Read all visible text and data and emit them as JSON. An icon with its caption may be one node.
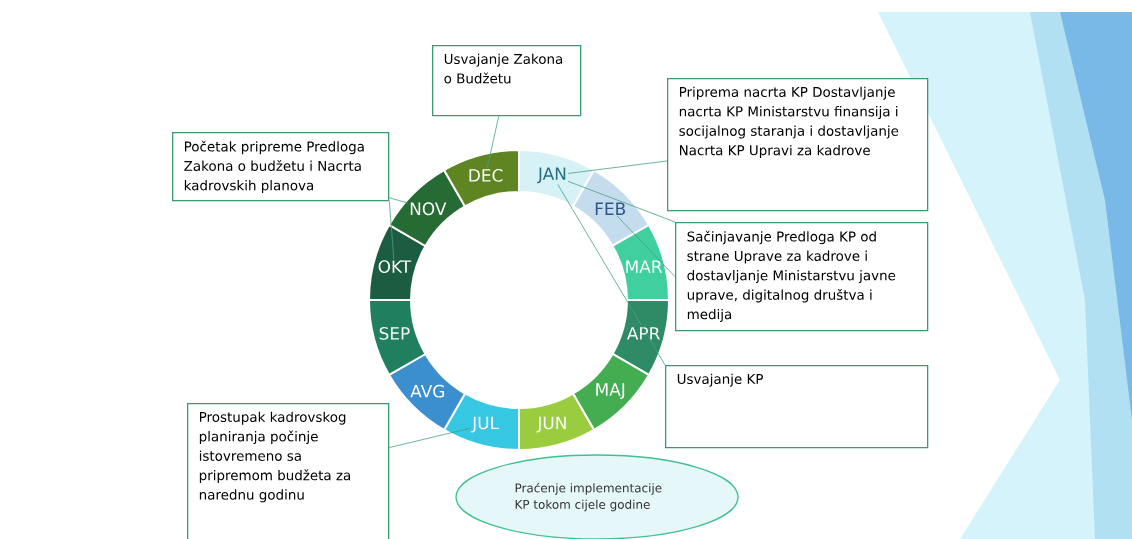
{
  "diagram": {
    "nodes": [
      {
        "text": [
          "Usvajanje Zakona o Budžetu"
        ]
      },
      {
        "text": [
          "Priprema nacrta KP Dostavljanje nacrta KP Ministarstvu finansija i socijalnog staranja i dostavljanje Nacrta KP Upravi za kadrove"
        ]
      },
      {
        "text": [
          "Početak pripreme Predloga Zakona o budžetu i Nacrta kadrovskih planova"
        ]
      },
      {
        "text": [
          "Sačinjavanje Predloga KP od strane Uprave za kadrove i dostavljanje Ministarstvu javne uprave, digitalnog društva i medija"
        ]
      },
      {
        "text": [
          "Usvajanje KP"
        ]
      },
      {
        "text": [
          "Prostupak kadrovskog planiranja počinje istovremeno sa pripremom budžeta za narednu godinu"
        ]
      },
      {
        "text": [
          "Praćenje implementacije KP tokom cijele godine"
        ]
      },
      {
        "text": [
          "JAN"
        ]
      },
      {
        "text": [
          "FEB"
        ]
      },
      {
        "text": [
          "MAR"
        ]
      },
      {
        "text": [
          "APR"
        ]
      },
      {
        "text": [
          "MAJ"
        ]
      },
      {
        "text": [
          "JUN"
        ]
      },
      {
        "text": [
          "JUL"
        ]
      },
      {
        "text": [
          "AVG"
        ]
      },
      {
        "text": [
          "SEP"
        ]
      },
      {
        "text": [
          "OKT"
        ]
      },
      {
        "text": [
          "NOV"
        ]
      },
      {
        "text": [
          "DEC"
        ]
      }
    ],
    "edges": [
      {
        "from": 0,
        "to": 18,
        "arrow": "none"
      },
      {
        "from": 2,
        "to": 17,
        "arrow": "none"
      },
      {
        "from": 2,
        "to": 16,
        "arrow": "none"
      },
      {
        "from": 1,
        "to": 7,
        "arrow": "none"
      },
      {
        "from": 3,
        "to": 7,
        "arrow": "none"
      },
      {
        "from": 3,
        "to": 8,
        "arrow": "none"
      },
      {
        "from": 4,
        "to": 7,
        "arrow": "none"
      },
      {
        "from": 5,
        "to": 13,
        "arrow": "none"
      }
    ]
  }
}
